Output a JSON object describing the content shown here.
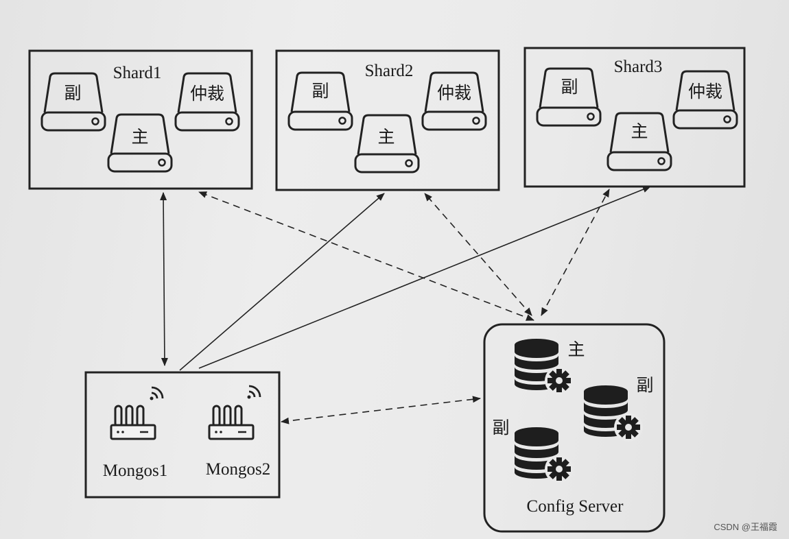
{
  "shards": [
    {
      "title": "Shard1",
      "secondary": "副",
      "arbiter": "仲裁",
      "primary": "主"
    },
    {
      "title": "Shard2",
      "secondary": "副",
      "arbiter": "仲裁",
      "primary": "主"
    },
    {
      "title": "Shard3",
      "secondary": "副",
      "arbiter": "仲裁",
      "primary": "主"
    }
  ],
  "mongos": {
    "labels": [
      "Mongos1",
      "Mongos2"
    ]
  },
  "config_server": {
    "title": "Config Server",
    "primary": "主",
    "secondary_a": "副",
    "secondary_b": "副"
  },
  "watermark": "CSDN @王福霞",
  "icons": [
    "disk-drive-icon",
    "router-icon",
    "wifi-icon",
    "database-icon",
    "gear-icon"
  ]
}
